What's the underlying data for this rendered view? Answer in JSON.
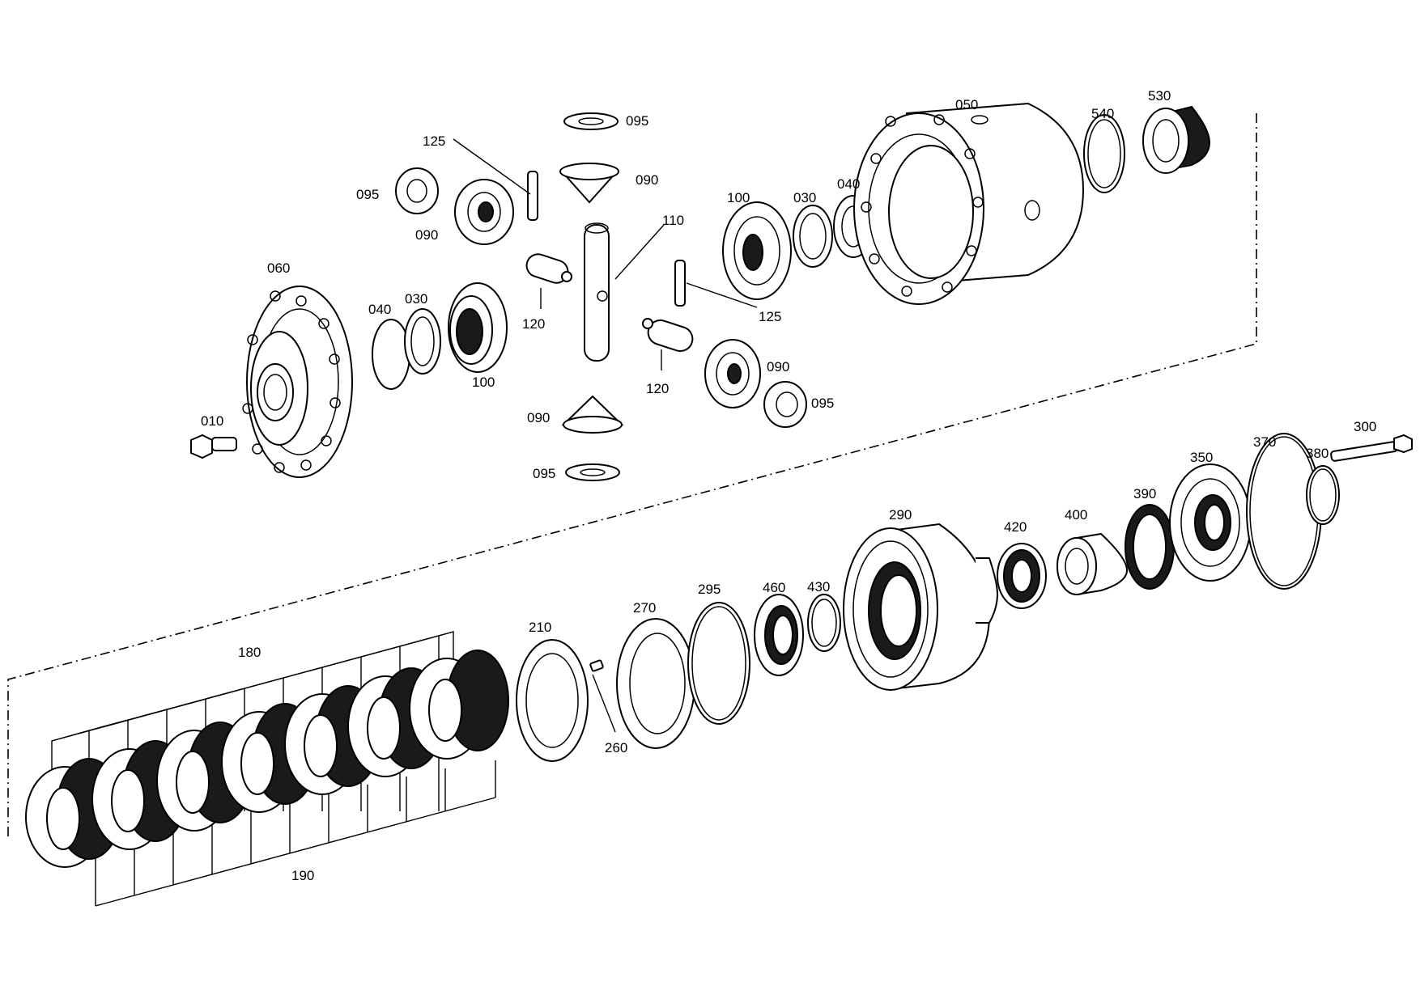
{
  "colors": {
    "ink": "#000000",
    "paper": "#ffffff"
  },
  "labels": {
    "p010": "010",
    "p030_top": "030",
    "p030_left": "030",
    "p040_top": "040",
    "p040_left": "040",
    "p050": "050",
    "p060": "060",
    "p090_top": "090",
    "p090_left": "090",
    "p090_right": "090",
    "p090_bottom": "090",
    "p095_top": "095",
    "p095_left": "095",
    "p095_right": "095",
    "p095_bottom": "095",
    "p100_top": "100",
    "p100_left": "100",
    "p110": "110",
    "p120_left": "120",
    "p120_right": "120",
    "p125_left": "125",
    "p125_right": "125",
    "p180": "180",
    "p190": "190",
    "p210": "210",
    "p260": "260",
    "p270": "270",
    "p290": "290",
    "p295": "295",
    "p300": "300",
    "p350": "350",
    "p370": "370",
    "p380": "380",
    "p390": "390",
    "p400": "400",
    "p420": "420",
    "p430": "430",
    "p460": "460",
    "p530": "530",
    "p540": "540"
  }
}
